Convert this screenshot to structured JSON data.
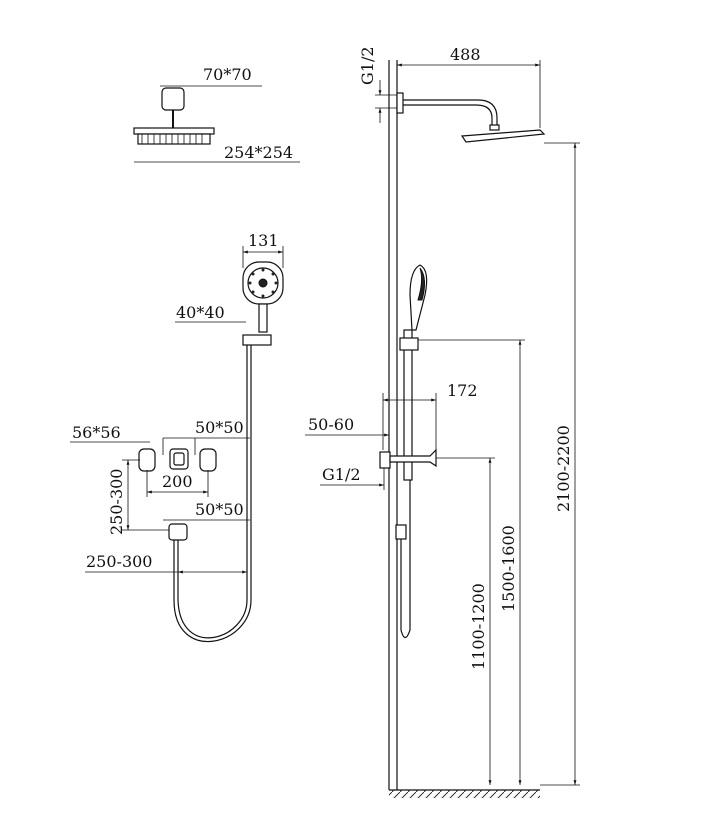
{
  "left_view": {
    "head_flange": "70*70",
    "head_size": "254*254",
    "hand_shower_width": "131",
    "holder_size": "40*40",
    "side_valve_size": "56*56",
    "middle_valve_size": "50*50",
    "valve_spacing": "200",
    "valve_height": "250-300",
    "outlet_size": "50*50",
    "outlet_offset": "250-300"
  },
  "right_view": {
    "top_thread": "G1/2",
    "arm_length": "488",
    "holder_reach": "172",
    "valve_depth": "50-60",
    "mid_thread": "G1/2",
    "valve_height": "1100-1200",
    "holder_height": "1500-1600",
    "head_height": "2100-2200"
  }
}
